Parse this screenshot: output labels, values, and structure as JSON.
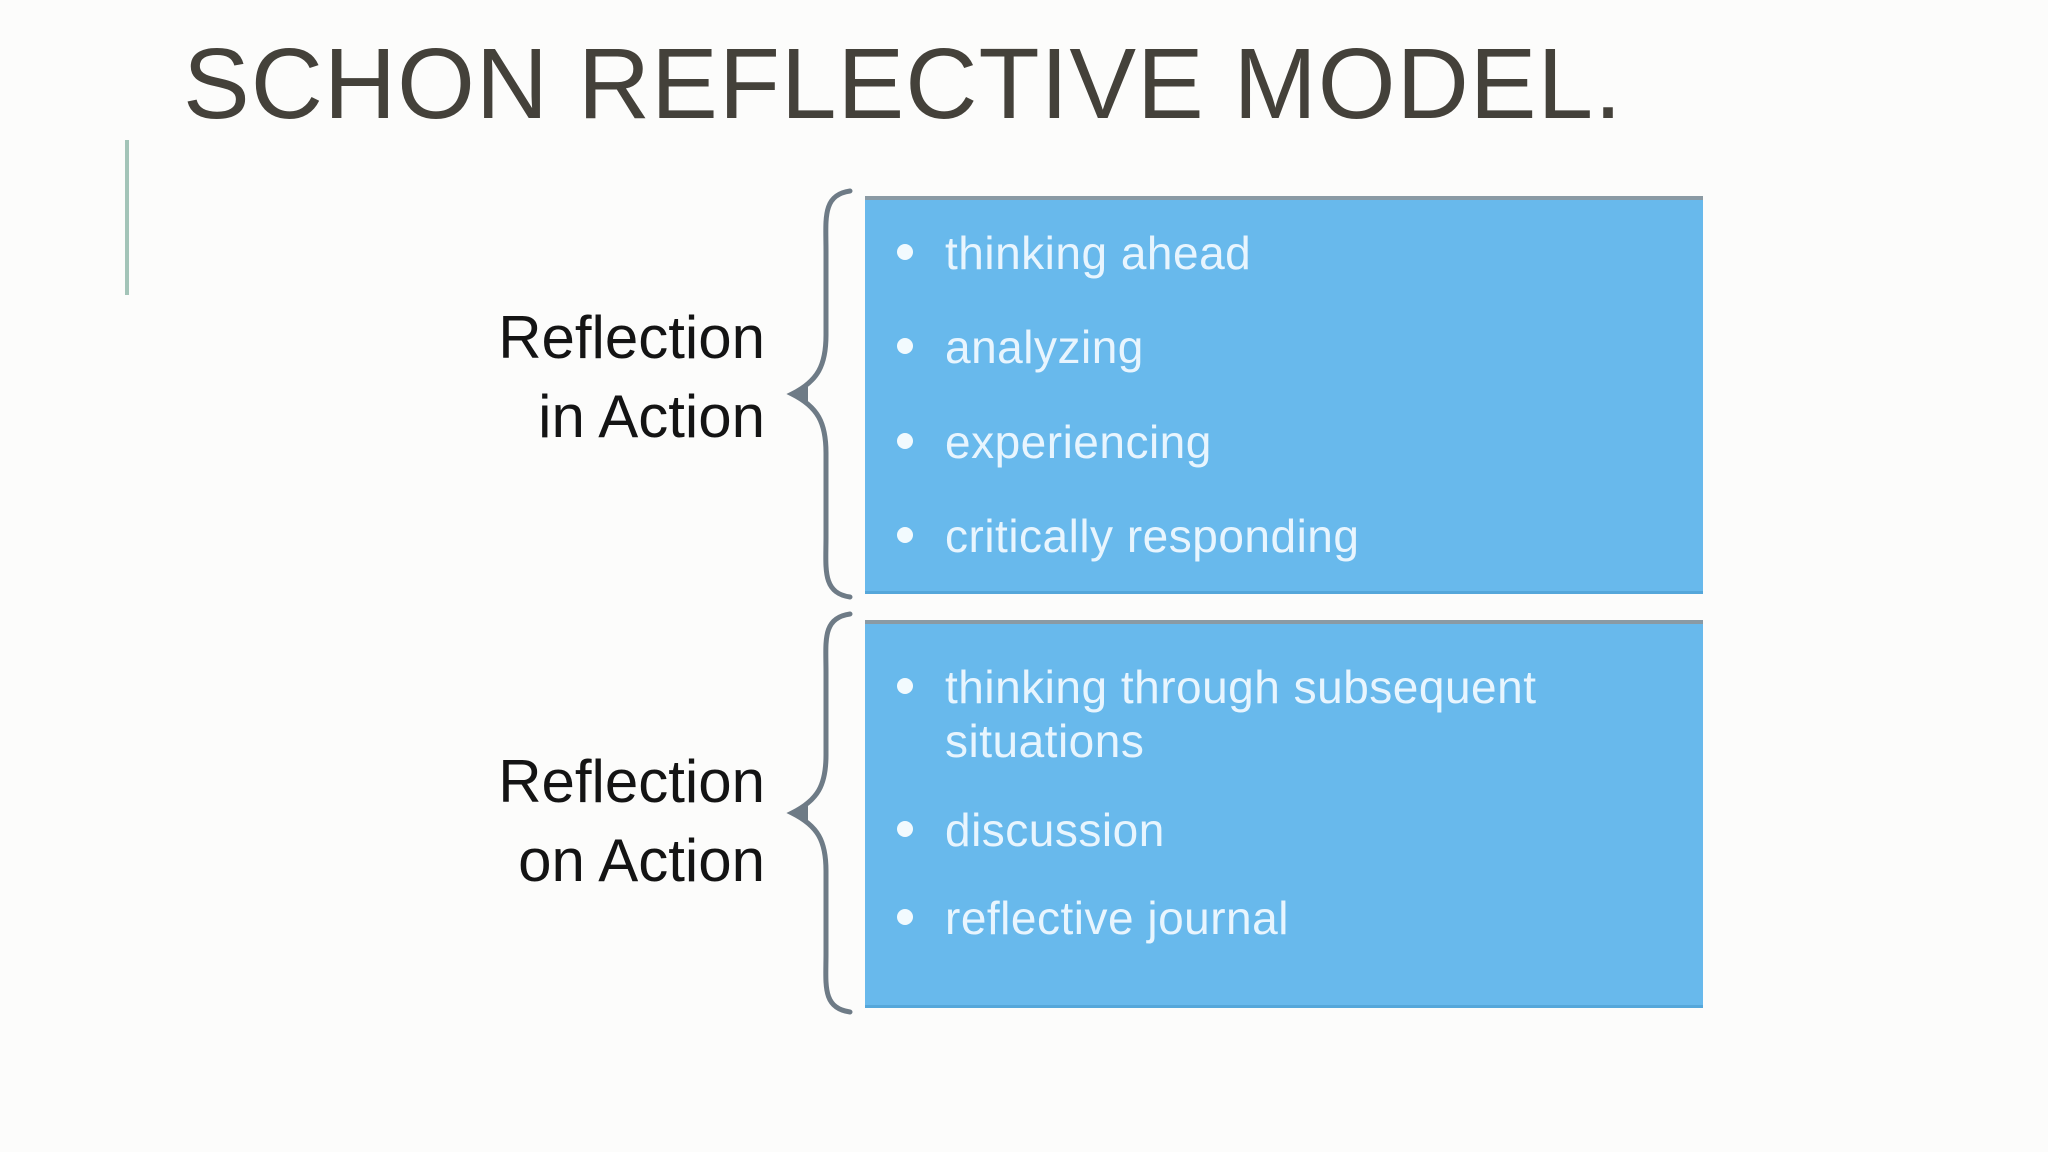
{
  "slide": {
    "title": "SCHON REFLECTIVE MODEL.",
    "sections": [
      {
        "label": [
          "Reflection",
          "in Action"
        ],
        "bullets": [
          "thinking ahead",
          "analyzing",
          "experiencing",
          "critically responding"
        ]
      },
      {
        "label": [
          "Reflection",
          "on Action"
        ],
        "bullets": [
          "thinking through subsequent situations",
          "discussion",
          "reflective journal"
        ]
      }
    ],
    "colors": {
      "box_background": "#68b9ec",
      "box_top_border": "#8a9aa4",
      "title_text": "#44413a",
      "label_text": "#141414",
      "bullet_text": "#e8f5fe",
      "accent_line": "#a3c4b8",
      "brace": "#6e7b86"
    }
  }
}
